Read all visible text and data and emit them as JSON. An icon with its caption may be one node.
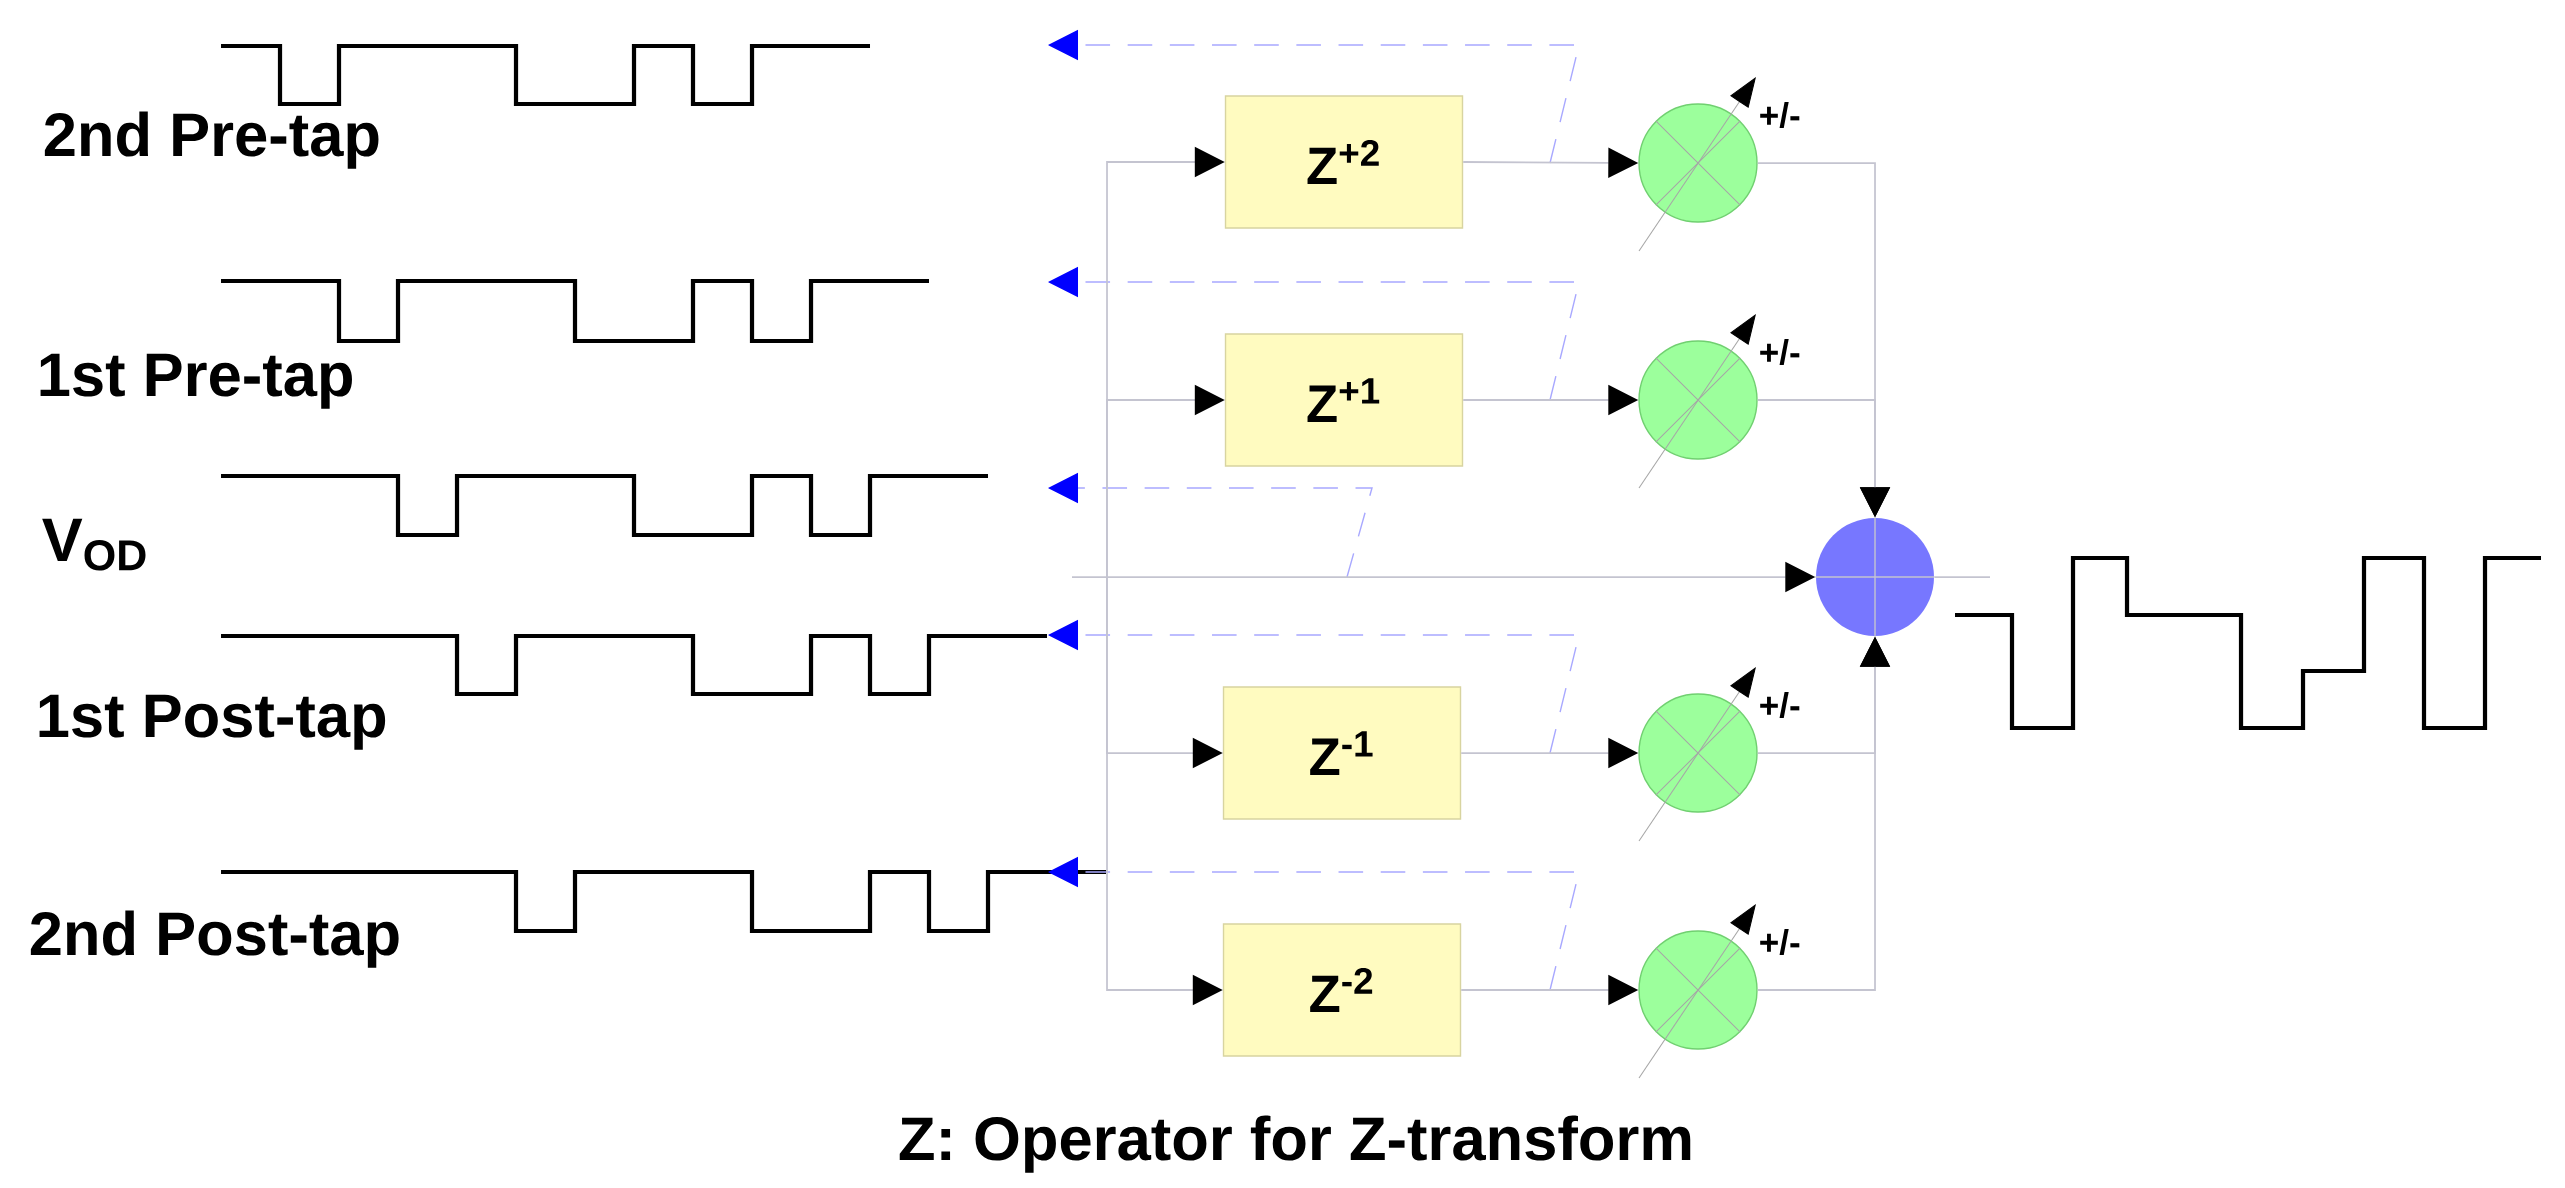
{
  "diagram": {
    "caption": "Z: Operator for Z-transform",
    "nodes": [
      {
        "text": [
          "Z$^{+2}$"
        ]
      },
      {
        "text": [
          "Z$^{+1}$"
        ]
      },
      {
        "text": [
          "Z$^{-1}$"
        ]
      },
      {
        "text": [
          "Z$^{-2}$"
        ]
      },
      {
        "text": [],
        "shape": "circle",
        "beside": [
          "+/-"
        ]
      },
      {
        "text": [],
        "shape": "circle",
        "beside": [
          "+/-"
        ]
      },
      {
        "text": [],
        "shape": "circle",
        "beside": [
          "+/-"
        ]
      },
      {
        "text": [],
        "shape": "circle",
        "beside": [
          "+/-"
        ]
      },
      {
        "text": [],
        "shape": "circle"
      }
    ],
    "edges": [
      {
        "from": null,
        "to": 0,
        "arrow": "to"
      },
      {
        "from": null,
        "to": 1,
        "arrow": "to"
      },
      {
        "from": null,
        "to": 2,
        "arrow": "to"
      },
      {
        "from": null,
        "to": 3,
        "arrow": "to"
      },
      {
        "from": null,
        "to": 8,
        "arrow": "to"
      },
      {
        "from": 0,
        "to": 4,
        "arrow": "to"
      },
      {
        "from": 1,
        "to": 5,
        "arrow": "to"
      },
      {
        "from": 2,
        "to": 6,
        "arrow": "to"
      },
      {
        "from": 3,
        "to": 7,
        "arrow": "to"
      },
      {
        "from": 4,
        "to": 8,
        "arrow": "to"
      },
      {
        "from": 5,
        "to": 8,
        "arrow": "to"
      },
      {
        "from": 6,
        "to": 8,
        "arrow": "to"
      },
      {
        "from": 7,
        "to": 8,
        "arrow": "to"
      },
      {
        "from": 8,
        "to": null,
        "arrow": "none"
      }
    ],
    "labels": [
      "2nd Pre-tap",
      "1st Pre-tap",
      "V$_{OD}$",
      "1st Post-tap",
      "2nd Post-tap"
    ]
  }
}
